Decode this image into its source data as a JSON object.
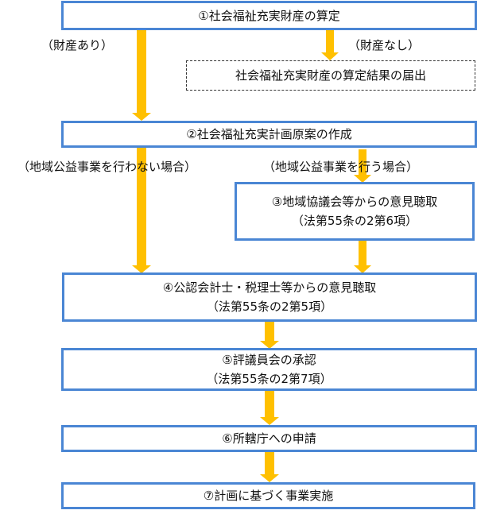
{
  "colors": {
    "box_border": "#4a86d4",
    "arrow": "#ffc000"
  },
  "steps": {
    "s1": {
      "line1": "①社会福祉充実財産の算定"
    },
    "report": {
      "line1": "社会福祉充実財産の算定結果の届出"
    },
    "s2": {
      "line1": "②社会福祉充実計画原案の作成"
    },
    "s3": {
      "line1": "③地域協議会等からの意見聴取",
      "line2": "（法第55条の2第6項）"
    },
    "s4": {
      "line1": "④公認会計士・税理士等からの意見聴取",
      "line2": "（法第55条の2第5項）"
    },
    "s5": {
      "line1": "⑤評議員会の承認",
      "line2": "（法第55条の2第7項）"
    },
    "s6": {
      "line1": "⑥所轄庁への申請"
    },
    "s7": {
      "line1": "⑦計画に基づく事業実施"
    }
  },
  "labels": {
    "with_assets": "（財産あり）",
    "no_assets": "（財産なし）",
    "no_local_project": "（地域公益事業を行わない場合）",
    "local_project": "（地域公益事業を行う場合）"
  }
}
